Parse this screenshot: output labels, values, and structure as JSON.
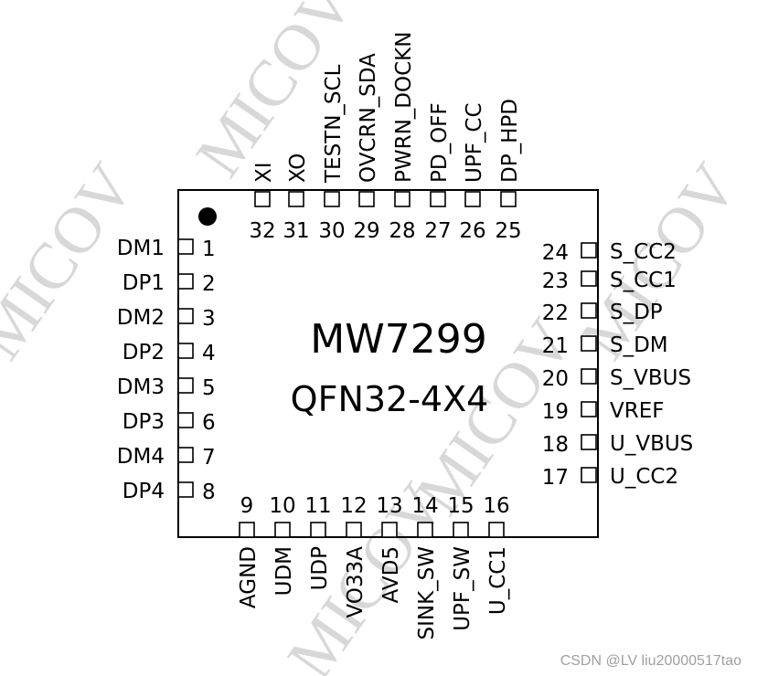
{
  "chip": {
    "part_number": "MW7299",
    "package": "QFN32-4X4"
  },
  "pins": {
    "left": [
      {
        "num": "1",
        "name": "DM1"
      },
      {
        "num": "2",
        "name": "DP1"
      },
      {
        "num": "3",
        "name": "DM2"
      },
      {
        "num": "4",
        "name": "DP2"
      },
      {
        "num": "5",
        "name": "DM3"
      },
      {
        "num": "6",
        "name": "DP3"
      },
      {
        "num": "7",
        "name": "DM4"
      },
      {
        "num": "8",
        "name": "DP4"
      }
    ],
    "bottom": [
      {
        "num": "9",
        "name": "AGND"
      },
      {
        "num": "10",
        "name": "UDM"
      },
      {
        "num": "11",
        "name": "UDP"
      },
      {
        "num": "12",
        "name": "VO33A"
      },
      {
        "num": "13",
        "name": "AVD5"
      },
      {
        "num": "14",
        "name": "SINK_SW"
      },
      {
        "num": "15",
        "name": "UPF_SW"
      },
      {
        "num": "16",
        "name": "U_CC1"
      }
    ],
    "right": [
      {
        "num": "17",
        "name": "U_CC2"
      },
      {
        "num": "18",
        "name": "U_VBUS"
      },
      {
        "num": "19",
        "name": "VREF"
      },
      {
        "num": "20",
        "name": "S_VBUS"
      },
      {
        "num": "21",
        "name": "S_DM"
      },
      {
        "num": "22",
        "name": "S_DP"
      },
      {
        "num": "23",
        "name": "S_CC1"
      },
      {
        "num": "24",
        "name": "S_CC2"
      }
    ],
    "top": [
      {
        "num": "25",
        "name": "DP_HPD"
      },
      {
        "num": "26",
        "name": "UPF_CC"
      },
      {
        "num": "27",
        "name": "PD_OFF"
      },
      {
        "num": "28",
        "name": "PWRN_DOCKN"
      },
      {
        "num": "29",
        "name": "OVCRN_SDA"
      },
      {
        "num": "30",
        "name": "TESTN_SCL"
      },
      {
        "num": "31",
        "name": "XO"
      },
      {
        "num": "32",
        "name": "XI"
      }
    ]
  },
  "watermark": {
    "text": "MICOV"
  },
  "credit": "CSDN @LV liu20000517tao"
}
